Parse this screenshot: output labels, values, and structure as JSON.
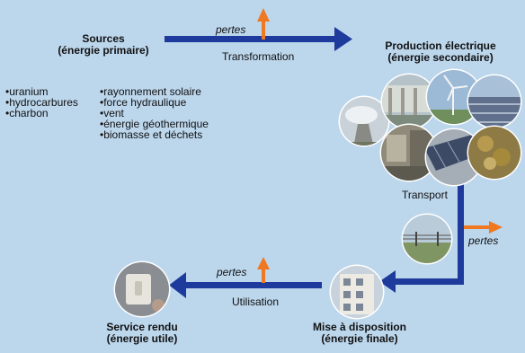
{
  "sources": {
    "title": "Sources",
    "subtitle": "(énergie primaire)",
    "list_left": [
      "uranium",
      "hydrocarbures",
      "charbon"
    ],
    "list_right": [
      "rayonnement solaire",
      "force hydraulique",
      "vent",
      "énergie géothermique",
      "biomasse et déchets"
    ]
  },
  "production": {
    "title": "Production électrique",
    "subtitle": "(énergie secondaire)"
  },
  "arrows": {
    "transformation": "Transformation",
    "transport": "Transport",
    "utilisation": "Utilisation",
    "pertes": "pertes"
  },
  "mise_a_disposition": {
    "title": "Mise à disposition",
    "subtitle": "(énergie finale)"
  },
  "service_rendu": {
    "title": "Service rendu",
    "subtitle": "(énergie utile)"
  },
  "colors": {
    "background": "#bcd6ec",
    "arrow": "#1d3a9c",
    "loss_arrow": "#f07820"
  }
}
